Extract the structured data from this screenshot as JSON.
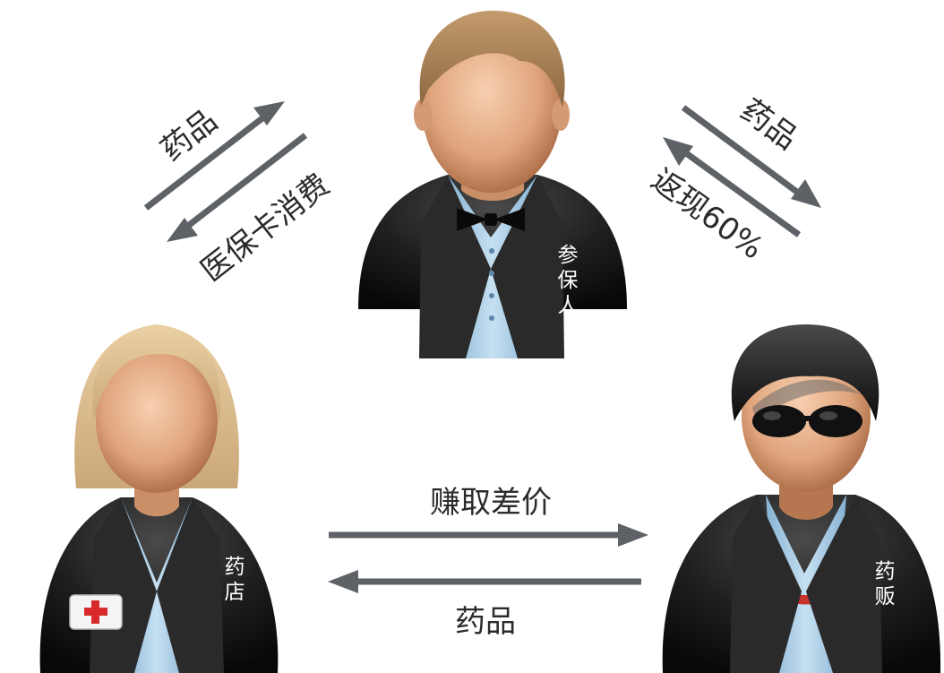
{
  "people": {
    "insured": {
      "role_chars": [
        "参",
        "保",
        "人"
      ]
    },
    "pharmacy": {
      "role_chars": [
        "药",
        "店"
      ]
    },
    "dealer": {
      "role_chars": [
        "药",
        "贩"
      ]
    }
  },
  "arrows": {
    "pharmacy_to_insured": {
      "label": "药品"
    },
    "insured_to_pharmacy": {
      "label": "医保卡消费"
    },
    "insured_to_dealer": {
      "label": "药品"
    },
    "dealer_to_insured": {
      "label": "返现60%"
    },
    "pharmacy_to_dealer": {
      "label": "赚取差价"
    },
    "dealer_to_pharmacy": {
      "label": "药品"
    }
  },
  "colors": {
    "arrow": "#5e6267",
    "suit": "#1e1e1e",
    "skin": "#d9a07a",
    "shirt": "#a9cce6",
    "badge_cross": "#d82a2a"
  }
}
